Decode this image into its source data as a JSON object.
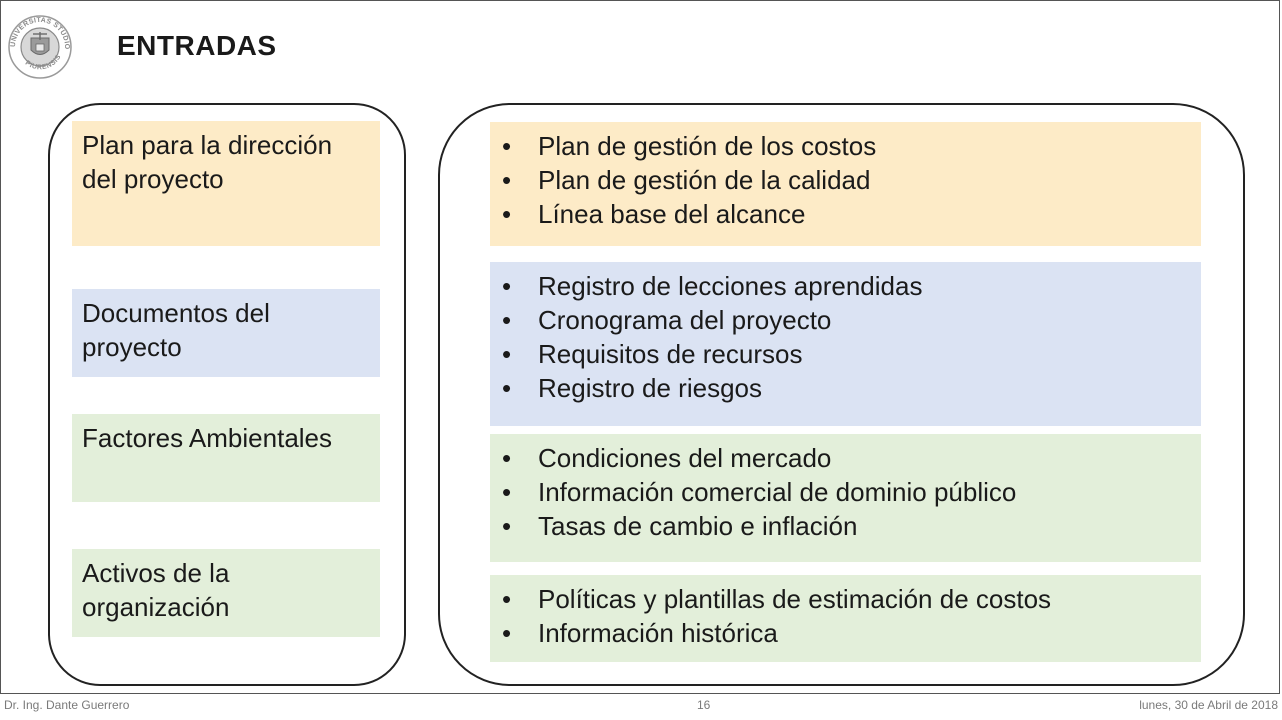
{
  "slide": {
    "title": "ENTRADAS"
  },
  "logo": {
    "icon": "university-seal-icon",
    "text_top": "UNIVERSITAS STUDIORUM",
    "text_bottom": "PIURENSIS"
  },
  "left_column": {
    "items": [
      {
        "label": "Plan para la dirección del proyecto",
        "color": "#fdebc7"
      },
      {
        "label": "Documentos del proyecto",
        "color": "#dbe3f3"
      },
      {
        "label": "Factores Ambientales",
        "color": "#e3efda"
      },
      {
        "label": "Activos de la organización",
        "color": "#e3efda"
      }
    ]
  },
  "right_column": {
    "groups": [
      {
        "color": "#fdebc7",
        "items": [
          "Plan de gestión de los costos",
          "Plan de gestión de la calidad",
          "Línea base del alcance"
        ]
      },
      {
        "color": "#dbe3f3",
        "items": [
          "Registro de lecciones aprendidas",
          "Cronograma del proyecto",
          "Requisitos de recursos",
          "Registro de riesgos"
        ]
      },
      {
        "color": "#e3efda",
        "items": [
          "Condiciones del mercado",
          "Información comercial de dominio público",
          "Tasas de cambio e inflación"
        ]
      },
      {
        "color": "#e3efda",
        "items": [
          "Políticas y plantillas de estimación de costos",
          "Información histórica"
        ]
      }
    ]
  },
  "footer": {
    "author": "Dr. Ing. Dante Guerrero",
    "page_number": "16",
    "date": "lunes, 30 de Abril de 2018"
  }
}
